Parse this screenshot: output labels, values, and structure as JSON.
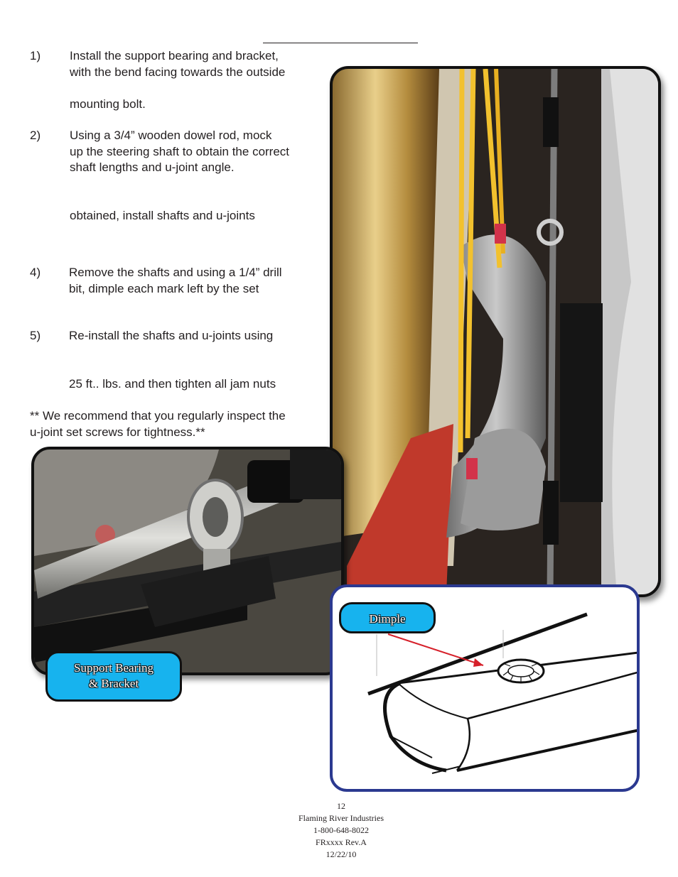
{
  "steps": [
    {
      "number": "1)",
      "lines": [
        "Install the support bearing and bracket,",
        "with the bend facing towards the outside",
        "",
        "mounting bolt."
      ]
    },
    {
      "number": "2)",
      "lines": [
        "Using a 3/4” wooden dowel rod, mock",
        "up the steering shaft to obtain the correct",
        "shaft lengths and u-joint angle."
      ]
    },
    {
      "number": "",
      "lines": [
        "obtained, install shafts and u-joints"
      ]
    },
    {
      "number": "4)",
      "lines": [
        "Remove the shafts and using a 1/4” drill",
        "bit, dimple each mark left by the set"
      ]
    },
    {
      "number": "5)",
      "lines": [
        "Re-install the shafts and u-joints using"
      ]
    },
    {
      "number": "",
      "lines": [
        "25 ft.. lbs. and then tighten all jam nuts"
      ]
    }
  ],
  "note": [
    "** We recommend that you regularly inspect the",
    "u-joint set screws for tightness.**"
  ],
  "callouts": {
    "support": [
      "Support Bearing",
      "& Bracket"
    ],
    "dimple": "Dimple"
  },
  "footer": {
    "page": "12",
    "company": "Flaming River Industries",
    "phone": "1-800-648-8022",
    "revision": "FRxxxx Rev.A",
    "date": "12/22/10"
  },
  "colors": {
    "callout": "#17b3ee",
    "diagram_border": "#2b3990",
    "arrow": "#d6202a"
  }
}
